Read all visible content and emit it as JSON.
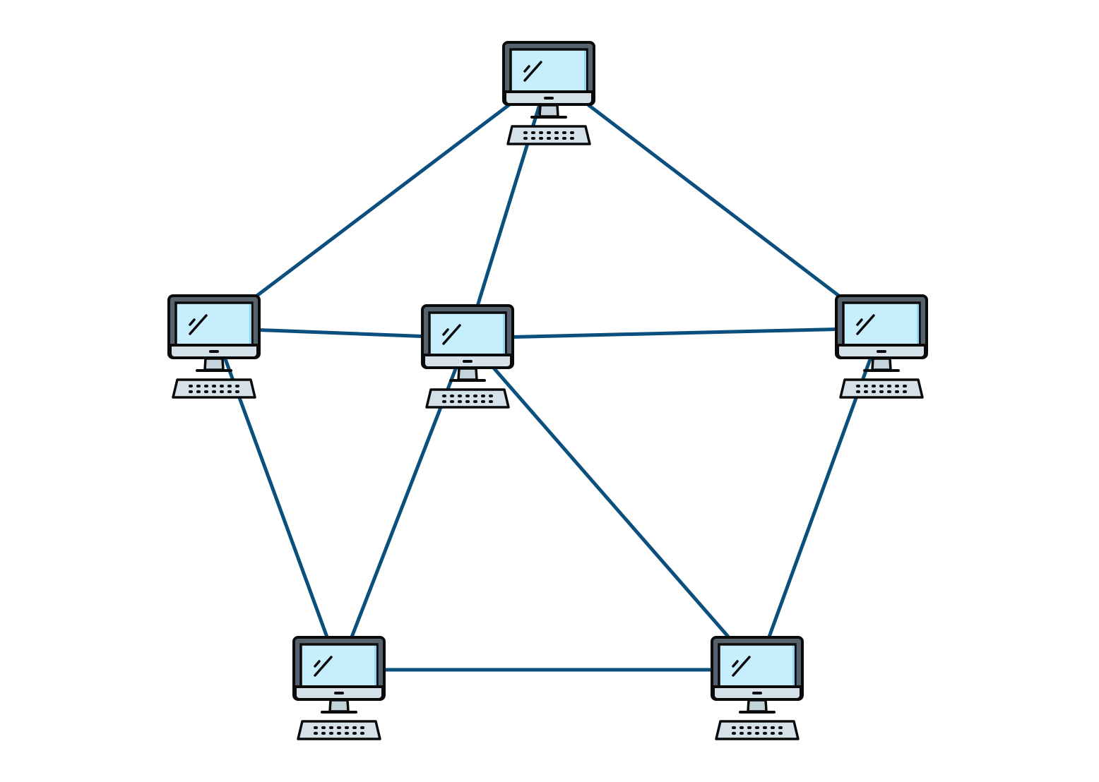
{
  "diagram": {
    "type": "mesh network topology",
    "node_icon": "desktop-computer-icon",
    "link_color": "#0b4f7e",
    "colors": {
      "monitor_frame": "#56636e",
      "screen": "#c6eefc",
      "chin": "#d5e1e8",
      "stand": "#c5d3dd",
      "keyboard": "#d5e1e8",
      "outline": "#0a0a0a"
    },
    "nodes": [
      "top",
      "left",
      "center",
      "right",
      "bottom-left",
      "bottom-right"
    ],
    "edges": [
      [
        "top",
        "left"
      ],
      [
        "top",
        "center"
      ],
      [
        "top",
        "right"
      ],
      [
        "left",
        "center"
      ],
      [
        "center",
        "right"
      ],
      [
        "left",
        "bottom-left"
      ],
      [
        "center",
        "bottom-left"
      ],
      [
        "center",
        "bottom-right"
      ],
      [
        "right",
        "bottom-right"
      ],
      [
        "bottom-left",
        "bottom-right"
      ]
    ]
  }
}
